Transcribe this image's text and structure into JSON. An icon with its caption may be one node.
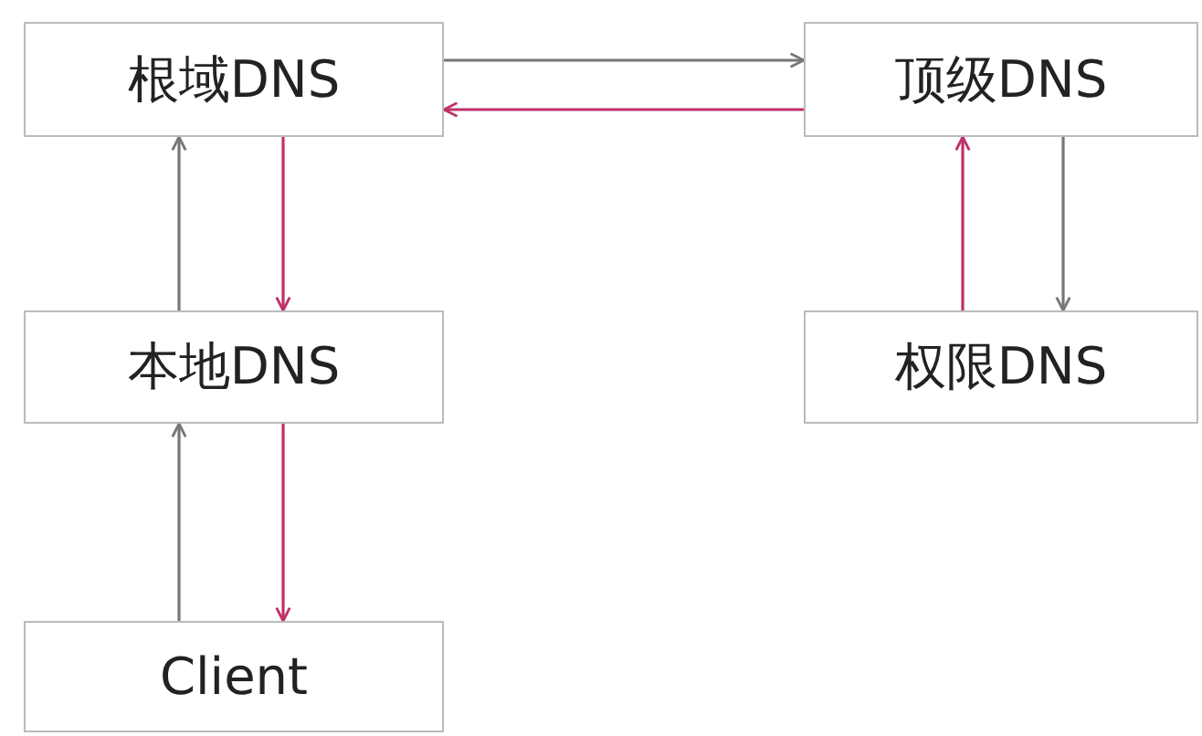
{
  "diagram": {
    "nodes": [
      {
        "text": [
          "根域DNS"
        ]
      },
      {
        "text": [
          "顶级DNS"
        ]
      },
      {
        "text": [
          "本地DNS"
        ]
      },
      {
        "text": [
          "权限DNS"
        ]
      },
      {
        "text": [
          "Client"
        ]
      }
    ],
    "edges": [
      {
        "from": 0,
        "to": 1,
        "arrow": "to"
      },
      {
        "from": 1,
        "to": 0,
        "arrow": "to",
        "color": "#c0306a"
      },
      {
        "from": 2,
        "to": 0,
        "arrow": "to"
      },
      {
        "from": 0,
        "to": 2,
        "arrow": "to",
        "color": "#c0306a"
      },
      {
        "from": 4,
        "to": 2,
        "arrow": "to"
      },
      {
        "from": 2,
        "to": 4,
        "arrow": "to",
        "color": "#c0306a"
      },
      {
        "from": 3,
        "to": 1,
        "arrow": "to",
        "color": "#c0306a"
      },
      {
        "from": 1,
        "to": 3,
        "arrow": "to"
      }
    ]
  }
}
